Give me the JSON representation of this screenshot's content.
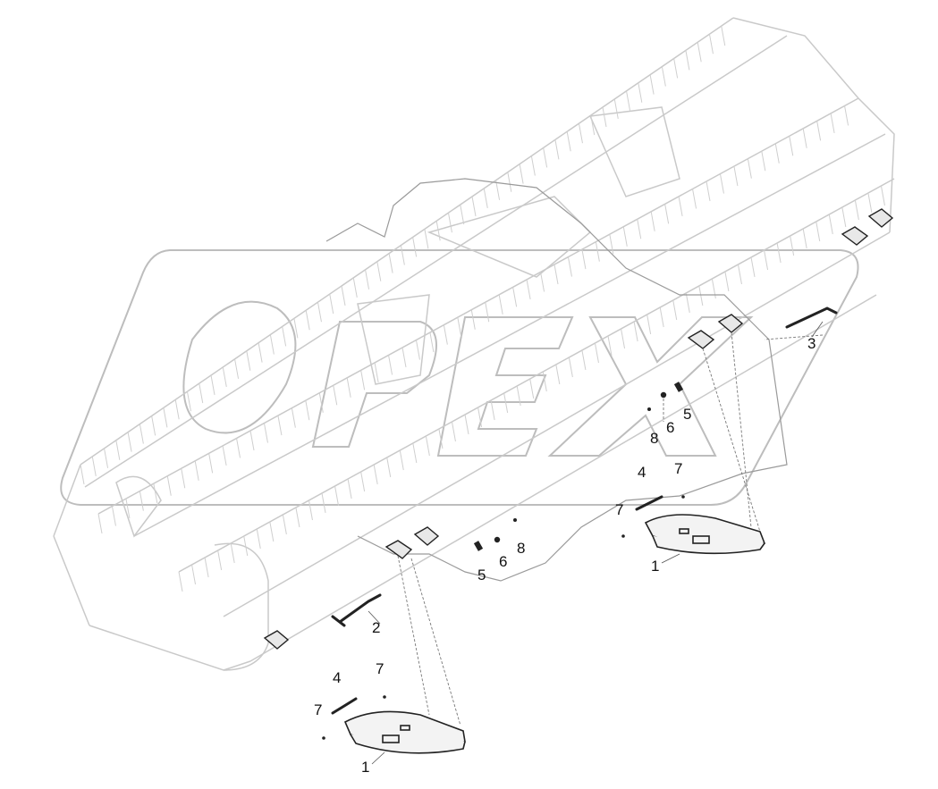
{
  "callouts": {
    "c1a": "1",
    "c1b": "1",
    "c2": "2",
    "c3": "3",
    "c4a": "4",
    "c4b": "4",
    "c5a": "5",
    "c5b": "5",
    "c6a": "6",
    "c6b": "6",
    "c7a": "7",
    "c7b": "7",
    "c7c": "7",
    "c7d": "7",
    "c8a": "8",
    "c8b": "8"
  },
  "watermark": "OPEX"
}
